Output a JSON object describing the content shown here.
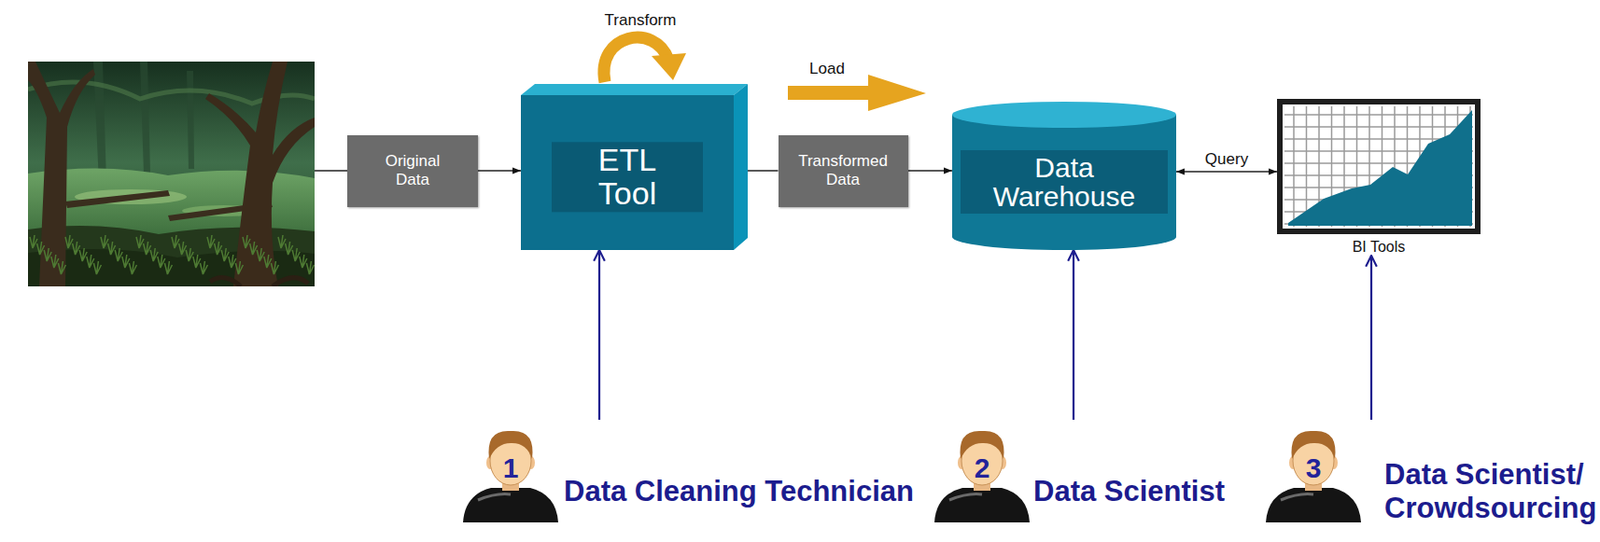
{
  "diagram": {
    "nodes": [
      {
        "text": [
          "Original Data"
        ]
      },
      {
        "text": [
          "ETL Tool"
        ]
      },
      {
        "text": [
          "Transformed Data"
        ]
      },
      {
        "text": [
          "Data Warehouse"
        ]
      },
      {
        "text": [
          "BI Tools"
        ]
      },
      {
        "text": [
          "1",
          "Data Cleaning Technician"
        ]
      },
      {
        "text": [
          "2",
          "Data Scientist"
        ]
      },
      {
        "text": [
          "3",
          "Data Scientist/ Crowdsourcing"
        ]
      }
    ],
    "edges": [
      {
        "from": 0,
        "to": 1,
        "arrow": "to"
      },
      {
        "from": 1,
        "to": 2,
        "arrow": "none"
      },
      {
        "from": 2,
        "to": 3,
        "arrow": "to"
      },
      {
        "from": 3,
        "to": 4,
        "label": "Query",
        "arrow": "both"
      },
      {
        "from": 5,
        "to": 1,
        "arrow": "to"
      },
      {
        "from": 6,
        "to": 3,
        "arrow": "to"
      },
      {
        "from": 7,
        "to": 4,
        "arrow": "to"
      }
    ],
    "labels": [
      "Transform",
      "Load"
    ]
  }
}
